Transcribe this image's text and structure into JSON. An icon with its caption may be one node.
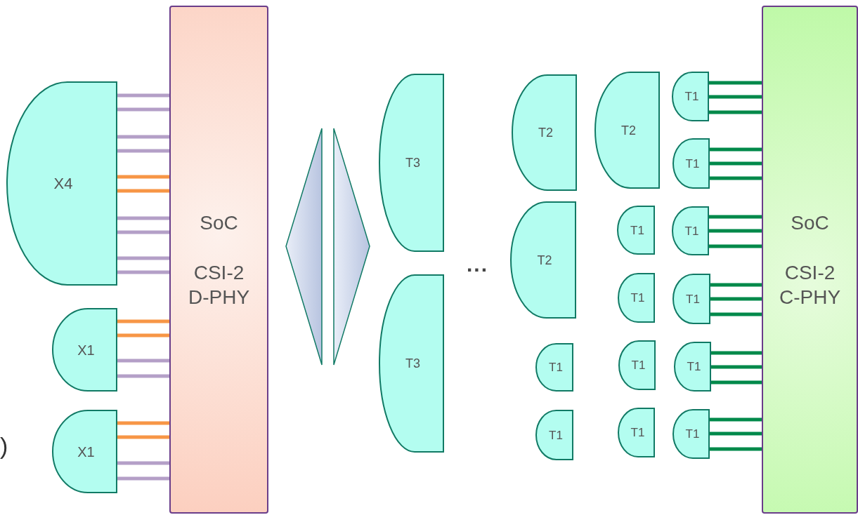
{
  "diagram": {
    "nodes": [
      {
        "text": [
          "X4"
        ]
      },
      {
        "text": [
          "X1"
        ]
      },
      {
        "text": [
          "X1"
        ]
      },
      {
        "text": [
          "SoC",
          "CSI-2 D-PHY"
        ]
      },
      {
        "text": [
          "T3"
        ]
      },
      {
        "text": [
          "T3"
        ]
      },
      {
        "text": [
          "T2"
        ]
      },
      {
        "text": [
          "T2"
        ]
      },
      {
        "text": [
          "T1"
        ]
      },
      {
        "text": [
          "T1"
        ]
      },
      {
        "text": [
          "T2"
        ]
      },
      {
        "text": [
          "T1"
        ]
      },
      {
        "text": [
          "T1"
        ]
      },
      {
        "text": [
          "T1"
        ]
      },
      {
        "text": [
          "T1"
        ]
      },
      {
        "text": [
          "T1"
        ]
      },
      {
        "text": [
          "T1"
        ]
      },
      {
        "text": [
          "T1"
        ]
      },
      {
        "text": [
          "T1"
        ]
      },
      {
        "text": [
          "T1"
        ]
      },
      {
        "text": [
          "T1"
        ]
      },
      {
        "text": [
          "SoC",
          "CSI-2 C-PHY"
        ]
      }
    ],
    "edges": [
      {
        "from": 0,
        "to": 3,
        "arrow": "none",
        "color": "#b49fc7"
      },
      {
        "from": 0,
        "to": 3,
        "arrow": "none",
        "color": "#b49fc7"
      },
      {
        "from": 0,
        "to": 3,
        "arrow": "none",
        "color": "#b49fc7"
      },
      {
        "from": 0,
        "to": 3,
        "arrow": "none",
        "color": "#b49fc7"
      },
      {
        "from": 0,
        "to": 3,
        "arrow": "none",
        "color": "#f79646"
      },
      {
        "from": 0,
        "to": 3,
        "arrow": "none",
        "color": "#f79646"
      },
      {
        "from": 0,
        "to": 3,
        "arrow": "none",
        "color": "#b49fc7"
      },
      {
        "from": 0,
        "to": 3,
        "arrow": "none",
        "color": "#b49fc7"
      },
      {
        "from": 0,
        "to": 3,
        "arrow": "none",
        "color": "#b49fc7"
      },
      {
        "from": 0,
        "to": 3,
        "arrow": "none",
        "color": "#b49fc7"
      },
      {
        "from": 1,
        "to": 3,
        "arrow": "none",
        "color": "#f79646"
      },
      {
        "from": 1,
        "to": 3,
        "arrow": "none",
        "color": "#f79646"
      },
      {
        "from": 1,
        "to": 3,
        "arrow": "none",
        "color": "#b49fc7"
      },
      {
        "from": 1,
        "to": 3,
        "arrow": "none",
        "color": "#b49fc7"
      },
      {
        "from": 2,
        "to": 3,
        "arrow": "none",
        "color": "#f79646"
      },
      {
        "from": 2,
        "to": 3,
        "arrow": "none",
        "color": "#f79646"
      },
      {
        "from": 2,
        "to": 3,
        "arrow": "none",
        "color": "#b49fc7"
      },
      {
        "from": 2,
        "to": 3,
        "arrow": "none",
        "color": "#b49fc7"
      },
      {
        "from": 15,
        "to": 21,
        "arrow": "none"
      },
      {
        "from": 15,
        "to": 21,
        "arrow": "none"
      },
      {
        "from": 15,
        "to": 21,
        "arrow": "none"
      },
      {
        "from": 16,
        "to": 21,
        "arrow": "none"
      },
      {
        "from": 16,
        "to": 21,
        "arrow": "none"
      },
      {
        "from": 16,
        "to": 21,
        "arrow": "none"
      },
      {
        "from": 17,
        "to": 21,
        "arrow": "none"
      },
      {
        "from": 17,
        "to": 21,
        "arrow": "none"
      },
      {
        "from": 17,
        "to": 21,
        "arrow": "none"
      },
      {
        "from": 18,
        "to": 21,
        "arrow": "none"
      },
      {
        "from": 18,
        "to": 21,
        "arrow": "none"
      },
      {
        "from": 18,
        "to": 21,
        "arrow": "none"
      },
      {
        "from": 19,
        "to": 21,
        "arrow": "none"
      },
      {
        "from": 19,
        "to": 21,
        "arrow": "none"
      },
      {
        "from": 19,
        "to": 21,
        "arrow": "none"
      },
      {
        "from": 20,
        "to": 21,
        "arrow": "none"
      },
      {
        "from": 20,
        "to": 21,
        "arrow": "none"
      },
      {
        "from": 20,
        "to": 21,
        "arrow": "none"
      }
    ],
    "labels": [
      "...",
      ")"
    ]
  }
}
